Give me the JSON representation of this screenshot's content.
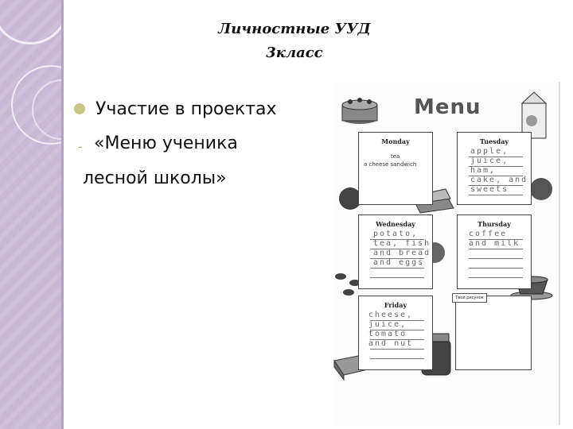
{
  "slide": {
    "title_line1": "Личностные УУД",
    "title_line2": "3класс",
    "bullet_line1": "Участие в проектах",
    "bullet_line2": "«Меню ученика",
    "bullet_line3": "лесной школы»",
    "sub_marker": "-"
  },
  "worksheet": {
    "heading": "Menu",
    "cards": [
      {
        "day": "Monday",
        "lines": [
          "tea",
          "a  cheese  sandwich"
        ]
      },
      {
        "day": "Tuesday",
        "lines": [
          "apple,",
          "juice,",
          "ham,",
          "cake, and",
          "sweets"
        ]
      },
      {
        "day": "Wednesday",
        "lines": [
          "potato,",
          "tea, fish",
          "and bread",
          "and eggs"
        ]
      },
      {
        "day": "Thursday",
        "lines": [
          "coffee",
          "and milk"
        ]
      },
      {
        "day": "Friday",
        "lines": [
          "cheese,",
          "juice,",
          "tomato",
          "and nut"
        ]
      }
    ],
    "drawing_label": "Твой рисунок"
  },
  "colors": {
    "side_strip": "#c7b9d6",
    "bullet_dot": "#c9c686",
    "dash": "#c9a66a"
  },
  "icons": [
    "cake-icon",
    "juice-box-icon",
    "sandwich-icon",
    "candy-icon",
    "teacup-icon",
    "jam-jar-icon",
    "butter-icon",
    "fruit-icon"
  ]
}
